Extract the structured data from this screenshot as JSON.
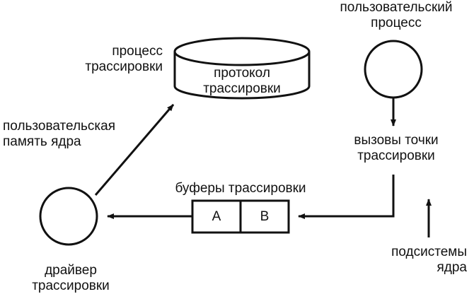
{
  "nodes": {
    "tracing_process": {
      "line1": "процесс",
      "line2": "трассировки"
    },
    "trace_log": {
      "line1": "протокол",
      "line2": "трассировки"
    },
    "user_process": {
      "line1": "пользовательский",
      "line2": "процесс"
    },
    "trace_point_calls": {
      "line1": "вызовы точки",
      "line2": "трассировки"
    },
    "kernel_user_memory": {
      "line1": "пользовательская",
      "line2": "память ядра"
    },
    "trace_buffers": {
      "label": "буферы трассировки",
      "cell_a": "A",
      "cell_b": "B"
    },
    "kernel_subsystems": {
      "line1": "подсистемы",
      "line2": "ядра"
    },
    "trace_driver": {
      "line1": "драйвер",
      "line2": "трассировки"
    }
  },
  "colors": {
    "stroke": "#111111",
    "background": "#ffffff"
  }
}
